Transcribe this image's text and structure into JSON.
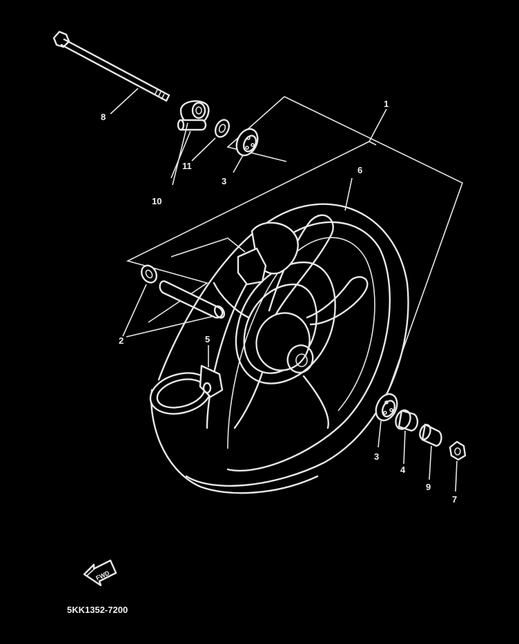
{
  "diagram": {
    "callouts": {
      "c1": "1",
      "c2": "2",
      "c3a": "3",
      "c3b": "3",
      "c4": "4",
      "c5": "5",
      "c6": "6",
      "c7": "7",
      "c8": "8",
      "c9": "9",
      "c10": "10",
      "c11": "11"
    },
    "fwd_label": "FWD",
    "part_code": "5KK1352-7200"
  },
  "colors": {
    "background": "#000000",
    "line": "#e8e8e8"
  }
}
